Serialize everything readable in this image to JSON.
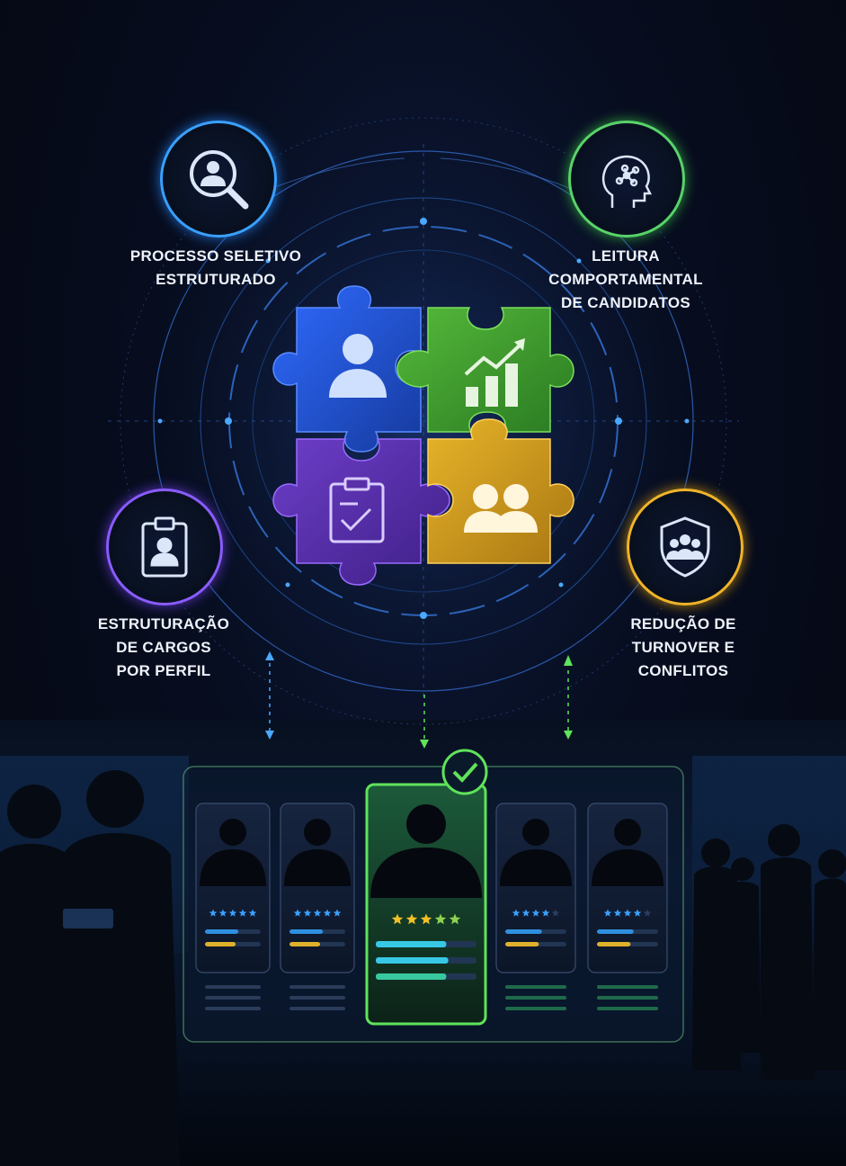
{
  "nodes": [
    {
      "id": "processo",
      "icon": "magnifier-user-icon",
      "color": "#3aa0ff",
      "lines": [
        "PROCESSO SELETIVO",
        "ESTRUTURADO"
      ]
    },
    {
      "id": "leitura",
      "icon": "head-network-icon",
      "color": "#59d36a",
      "lines": [
        "LEITURA",
        "COMPORTAMENTAL",
        "DE CANDIDATOS"
      ]
    },
    {
      "id": "estruturacao",
      "icon": "badge-user-icon",
      "color": "#8a5cff",
      "lines": [
        "ESTRUTURAÇÃO",
        "DE CARGOS",
        "POR PERFIL"
      ]
    },
    {
      "id": "reducao",
      "icon": "shield-team-icon",
      "color": "#f0b429",
      "lines": [
        "REDUÇÃO DE",
        "TURNOVER E",
        "CONFLITOS"
      ]
    }
  ],
  "puzzle": [
    {
      "id": "person",
      "color": "#1f4fd6",
      "icon": "person-icon"
    },
    {
      "id": "growth",
      "color": "#3f9a2f",
      "icon": "growth-chart-icon"
    },
    {
      "id": "checklist",
      "color": "#5a2fa8",
      "icon": "clipboard-check-icon"
    },
    {
      "id": "team",
      "color": "#d6a11e",
      "icon": "team-icon"
    }
  ],
  "candidates": [
    {
      "id": "c1",
      "stars": 5,
      "featured": false
    },
    {
      "id": "c2",
      "stars": 5,
      "featured": false
    },
    {
      "id": "c3",
      "stars": 5,
      "featured": true
    },
    {
      "id": "c4",
      "stars": 4,
      "featured": false
    },
    {
      "id": "c5",
      "stars": 4,
      "featured": false
    }
  ],
  "colors": {
    "accent_green": "#5fe35a",
    "accent_blue": "#3aa0ff",
    "star_gold": "#f2c028"
  }
}
